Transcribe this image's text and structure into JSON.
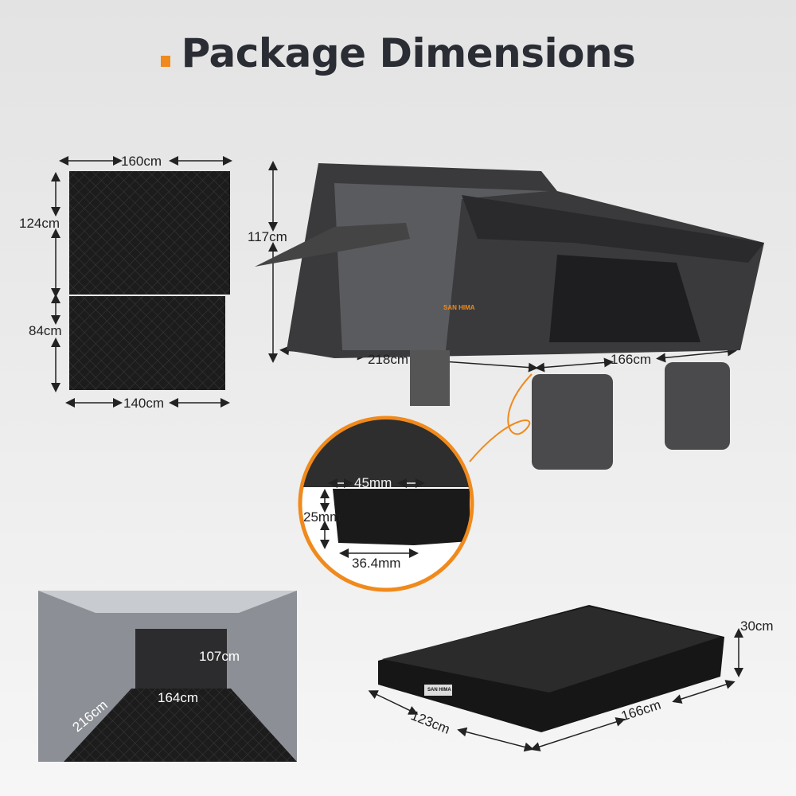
{
  "title": "Package Dimensions",
  "accent_color": "#f08a1c",
  "brand": "SAN HIMA",
  "mattress": {
    "top_width": "160cm",
    "top_height": "124cm",
    "bottom_height": "84cm",
    "bottom_width": "140cm"
  },
  "tent": {
    "height": "117cm",
    "length": "218cm",
    "annex_length": "166cm"
  },
  "rail_detail": {
    "width_top": "45mm",
    "height": "25mm",
    "width_bottom": "36.4mm"
  },
  "interior": {
    "height": "107cm",
    "width": "164cm",
    "length": "216cm"
  },
  "hard_shell": {
    "height": "30cm",
    "width": "123cm",
    "length": "166cm"
  }
}
